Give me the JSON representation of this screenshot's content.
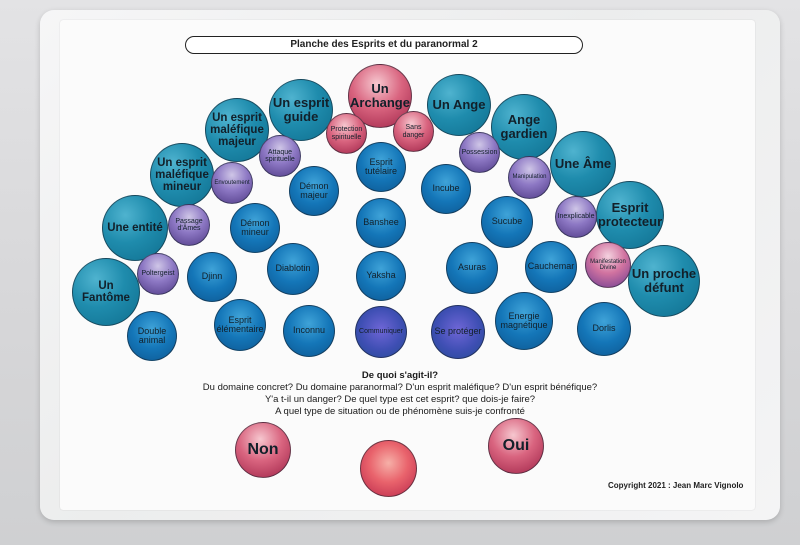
{
  "title": "Planche des Esprits et du paranormal 2",
  "bubbles": {
    "archange": "Un Archange",
    "ange": "Un Ange",
    "esprit_guide": "Un esprit guide",
    "ange_gardien": "Ange gardien",
    "esprit_malefique_majeur": "Un esprit maléfique majeur",
    "une_ame": "Une Âme",
    "esprit_malefique_mineur": "Un esprit maléfique mineur",
    "esprit_protecteur": "Esprit protecteur",
    "une_entite": "Une entité",
    "un_proche_defunt": "Un proche défunt",
    "un_fantome": "Un Fantôme",
    "protection_spirituelle": "Protection spirituelle",
    "sans_danger": "Sans danger",
    "attaque_spirituelle": "Attaque spirituelle",
    "possession": "Possession",
    "envoutement": "Envoutement",
    "manipulation": "Manipulation",
    "passage_ames": "Passage d'Âmes",
    "inexplicable": "Inexplicable",
    "poltergeist": "Poltergeist",
    "manifestation_divine": "Manifestation Divine",
    "esprit_tutelaire": "Esprit tutélaire",
    "demon_majeur": "Démon majeur",
    "incube": "Incube",
    "demon_mineur": "Démon mineur",
    "banshee": "Banshee",
    "sucube": "Sucube",
    "djinn": "Djinn",
    "diablotin": "Diablotin",
    "yaksha": "Yaksha",
    "asuras": "Asuras",
    "cauchemar": "Cauchemar",
    "double_animal": "Double animal",
    "esprit_elementaire": "Esprit élémentaire",
    "inconnu": "Inconnu",
    "communiquer": "Communiquer",
    "se_proteger": "Se protéger",
    "energie_magnetique": "Energie magnétique",
    "dorlis": "Dorlis",
    "non": "Non",
    "oui": "Oui"
  },
  "question": {
    "title": "De quoi s'agit-il?",
    "line1": "Du domaine concret? Du domaine paranormal? D'un esprit maléfique? D'un esprit bénéfique?",
    "line2": "Y'a t-il un danger? De quel type est cet esprit? que dois-je faire?",
    "line3": "A quel type de situation ou de phénomène suis-je confronté"
  },
  "copyright": "Copyright 2021 : Jean Marc Vignolo"
}
